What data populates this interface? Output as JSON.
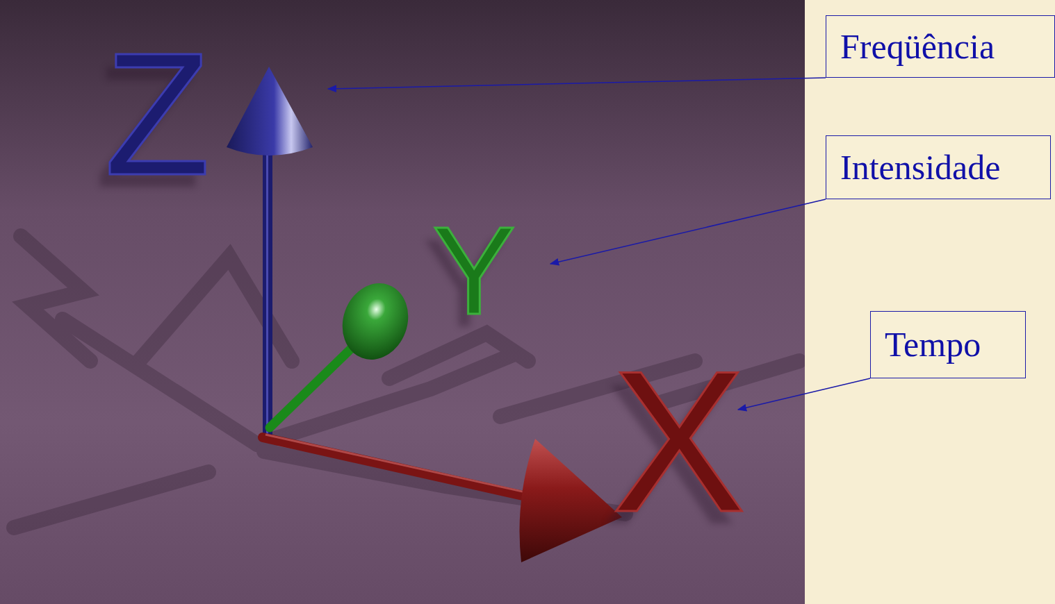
{
  "diagram": {
    "nodes": [
      {
        "text": [
          "Freqüência"
        ]
      },
      {
        "text": [
          "Intensidade"
        ]
      },
      {
        "text": [
          "Tempo"
        ]
      }
    ],
    "labels": [
      "Z",
      "Y",
      "X"
    ]
  }
}
